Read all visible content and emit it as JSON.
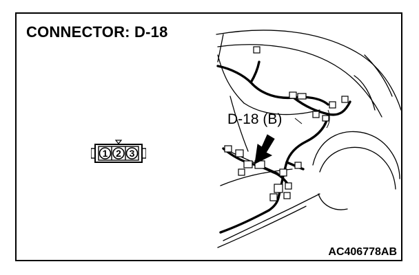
{
  "title": "CONNECTOR: D-18",
  "figure_code": "AC406778AB",
  "callout": "D-18 (B)",
  "connector": {
    "pins": [
      "1",
      "2",
      "3"
    ]
  }
}
